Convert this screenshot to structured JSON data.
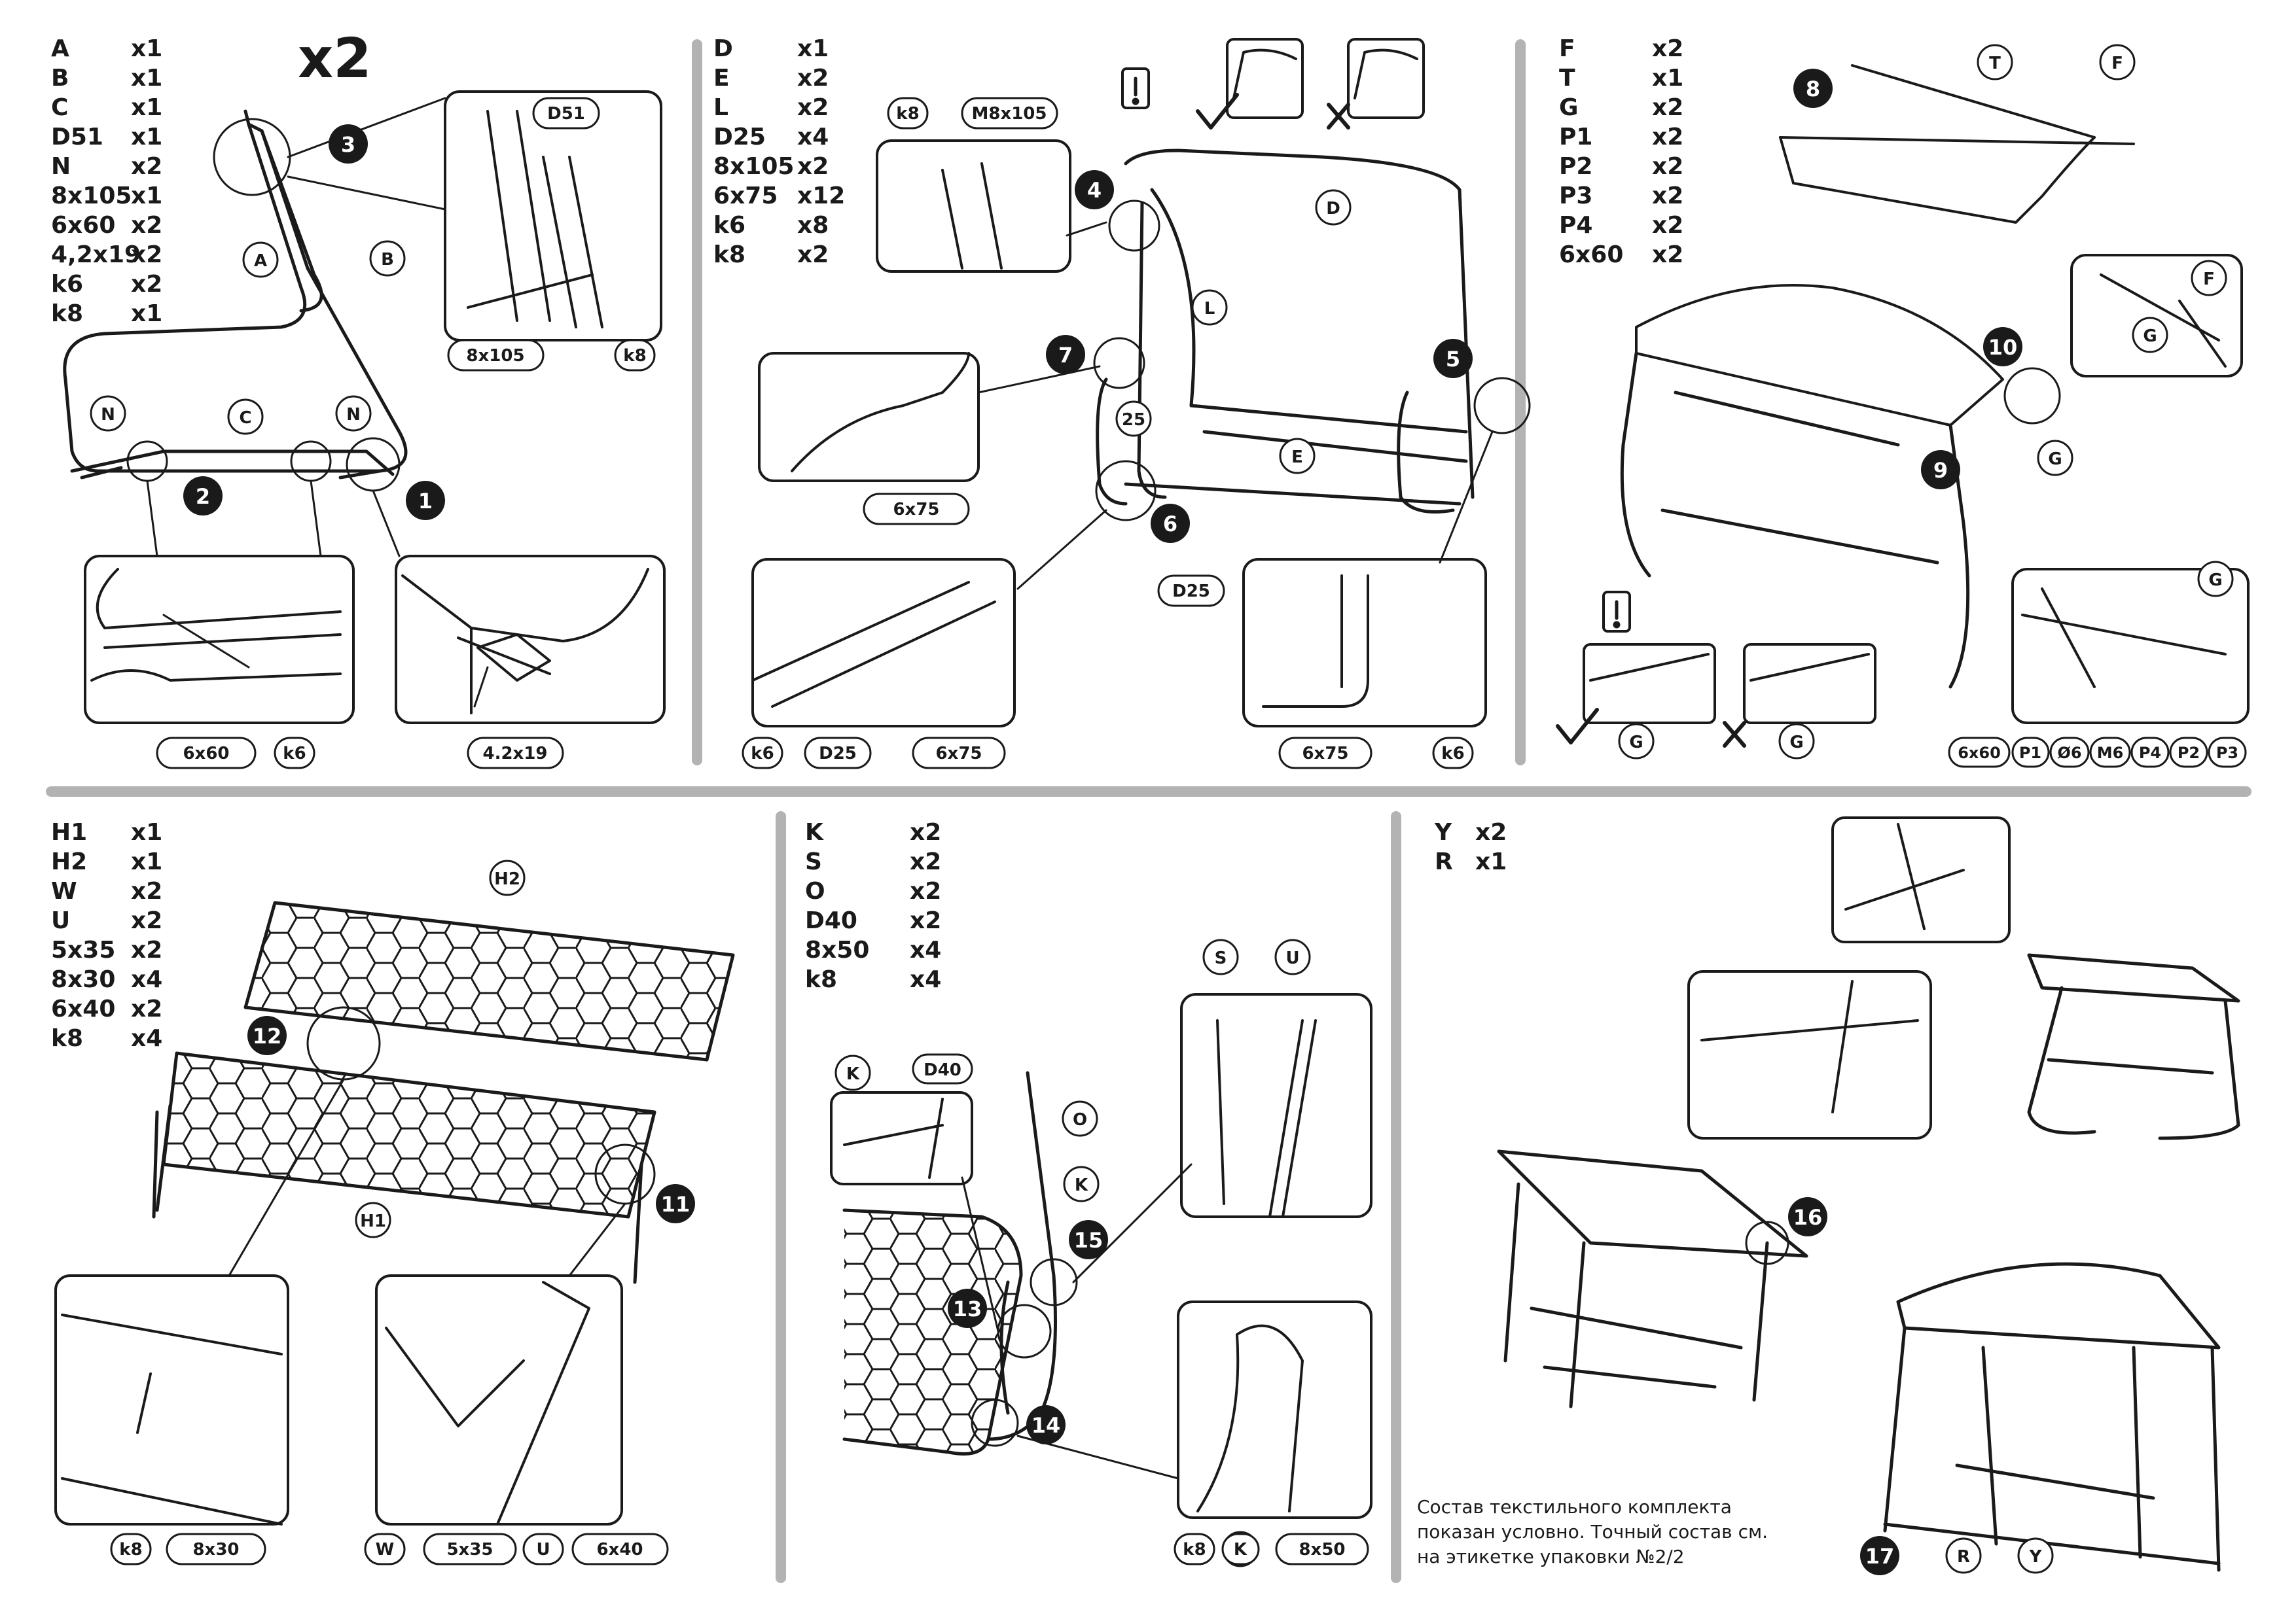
{
  "panels": [
    {
      "parts": [
        {
          "code": "A",
          "qty": "x1"
        },
        {
          "code": "B",
          "qty": "x1"
        },
        {
          "code": "C",
          "qty": "x1"
        },
        {
          "code": "D51",
          "qty": "x1"
        },
        {
          "code": "N",
          "qty": "x2"
        },
        {
          "code": "8x105",
          "qty": "x1"
        },
        {
          "code": "6x60",
          "qty": "x2"
        },
        {
          "code": "4,2x19",
          "qty": "x2"
        },
        {
          "code": "k6",
          "qty": "x2"
        },
        {
          "code": "k8",
          "qty": "x1"
        }
      ]
    },
    {
      "parts": [
        {
          "code": "D",
          "qty": "x1"
        },
        {
          "code": "E",
          "qty": "x2"
        },
        {
          "code": "L",
          "qty": "x2"
        },
        {
          "code": "D25",
          "qty": "x4"
        },
        {
          "code": "8x105",
          "qty": "x2"
        },
        {
          "code": "6x75",
          "qty": "x12"
        },
        {
          "code": "k6",
          "qty": "x8"
        },
        {
          "code": "k8",
          "qty": "x2"
        }
      ]
    },
    {
      "parts": [
        {
          "code": "F",
          "qty": "x2"
        },
        {
          "code": "T",
          "qty": "x1"
        },
        {
          "code": "G",
          "qty": "x2"
        },
        {
          "code": "P1",
          "qty": "x2"
        },
        {
          "code": "P2",
          "qty": "x2"
        },
        {
          "code": "P3",
          "qty": "x2"
        },
        {
          "code": "P4",
          "qty": "x2"
        },
        {
          "code": "6x60",
          "qty": "x2"
        }
      ]
    },
    {
      "parts": [
        {
          "code": "H1",
          "qty": "x1"
        },
        {
          "code": "H2",
          "qty": "x1"
        },
        {
          "code": "W",
          "qty": "x2"
        },
        {
          "code": "U",
          "qty": "x2"
        },
        {
          "code": "5x35",
          "qty": "x2"
        },
        {
          "code": "8x30",
          "qty": "x4"
        },
        {
          "code": "6x40",
          "qty": "x2"
        },
        {
          "code": "k8",
          "qty": "x4"
        }
      ]
    },
    {
      "parts": [
        {
          "code": "K",
          "qty": "x2"
        },
        {
          "code": "S",
          "qty": "x2"
        },
        {
          "code": "O",
          "qty": "x2"
        },
        {
          "code": "D40",
          "qty": "x2"
        },
        {
          "code": "8x50",
          "qty": "x4"
        },
        {
          "code": "k8",
          "qty": "x4"
        }
      ]
    },
    {
      "parts": [
        {
          "code": "Y",
          "qty": "x2"
        },
        {
          "code": "R",
          "qty": "x1"
        }
      ]
    }
  ],
  "multiplier": "x2",
  "steps": [
    "1",
    "2",
    "3",
    "4",
    "5",
    "6",
    "7",
    "8",
    "9",
    "10",
    "11",
    "12",
    "13",
    "14",
    "15",
    "16",
    "17"
  ],
  "part_labels": {
    "p1": [
      "A",
      "B",
      "C",
      "N",
      "N"
    ],
    "p2": [
      "D",
      "L",
      "E",
      "25"
    ],
    "p3": [
      "T",
      "F",
      "F",
      "G",
      "G",
      "G",
      "G",
      "G"
    ],
    "p4": [
      "H2",
      "H1"
    ],
    "p5": [
      "K",
      "D40",
      "O",
      "K",
      "S",
      "U",
      "K"
    ],
    "p6": [
      "R",
      "Y"
    ]
  },
  "hardware_tags": {
    "p1": [
      "D51",
      "8x105",
      "k8",
      "6x60",
      "k6",
      "4.2x19"
    ],
    "p2": [
      "k8",
      "M8x105",
      "6x75",
      "D25",
      "k6",
      "D25",
      "6x75",
      "6x75",
      "k6"
    ],
    "p3": [
      "6x60",
      "P1",
      "Ø6",
      "M6",
      "P4",
      "P2",
      "P3"
    ],
    "p4": [
      "k8",
      "8x30",
      "W",
      "5x35",
      "U",
      "6x40"
    ],
    "p5": [
      "k8",
      "K",
      "8x50"
    ]
  },
  "note": {
    "lines": [
      "Состав текстильного комплекта",
      "показан условно. Точный состав см.",
      "на этикетке упаковки №2/2"
    ]
  },
  "icons": [
    "attention-icon",
    "check-icon",
    "cross-icon"
  ]
}
